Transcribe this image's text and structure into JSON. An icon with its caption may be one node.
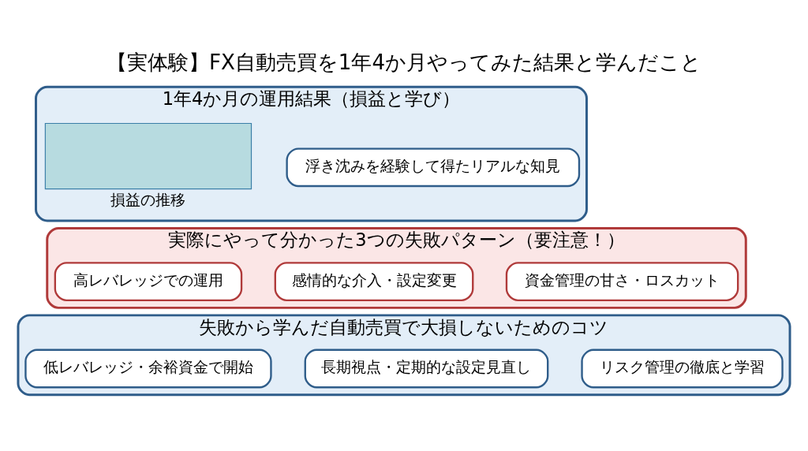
{
  "diagram": {
    "title": "【実体験】FX自動売買を1年4か月やってみた結果と学んだこと",
    "nodes": [
      {
        "text": [
          "1年4か月の運用結果（損益と学び）"
        ]
      },
      {
        "text": [],
        "shape": "box",
        "beside": [
          "損益の推移"
        ],
        "in": 0
      },
      {
        "text": [
          "浮き沈みを経験して得たリアルな知見"
        ],
        "in": 0
      },
      {
        "text": [
          "実際にやって分かった3つの失敗パターン（要注意！）"
        ]
      },
      {
        "text": [
          "高レバレッジでの運用"
        ],
        "in": 3
      },
      {
        "text": [
          "感情的な介入・設定変更"
        ],
        "in": 3
      },
      {
        "text": [
          "資金管理の甘さ・ロスカット"
        ],
        "in": 3
      },
      {
        "text": [
          "失敗から学んだ自動売買で大損しないためのコツ"
        ]
      },
      {
        "text": [
          "低レバレッジ・余裕資金で開始"
        ],
        "in": 7
      },
      {
        "text": [
          "長期視点・定期的な設定見直し"
        ],
        "in": 7
      },
      {
        "text": [
          "リスク管理の徹底と学習"
        ],
        "in": 7
      }
    ],
    "edges": []
  }
}
